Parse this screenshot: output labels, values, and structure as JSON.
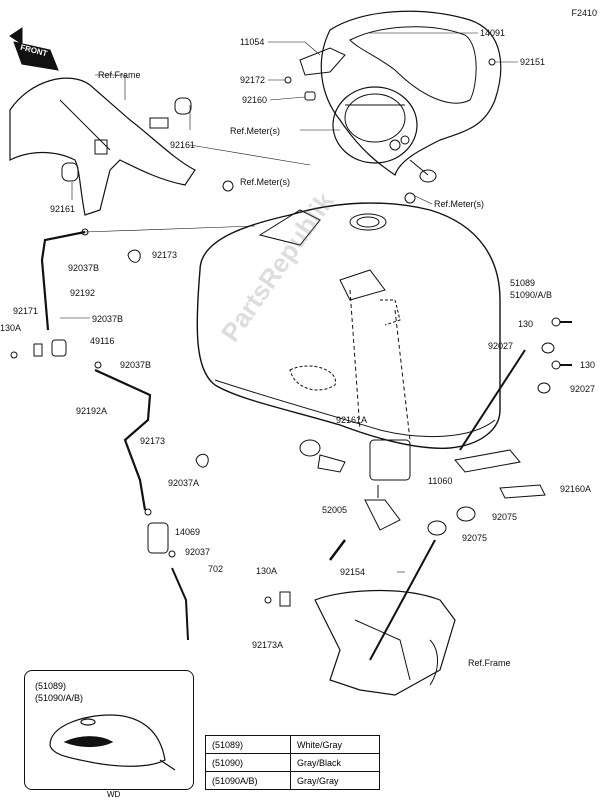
{
  "figure_code": "F2410",
  "watermark": "PartsRepublik",
  "front_badge": "FRONT",
  "labels": {
    "l14091": "14091",
    "l11054": "11054",
    "l92151": "92151",
    "l92172": "92172",
    "l92160": "92160",
    "lrefmeter1": "Ref.Meter(s)",
    "lrefframe1": "Ref.Frame",
    "l92161a": "92161",
    "l92161b": "92161",
    "lrefmeter2": "Ref.Meter(s)",
    "lrefmeter3": "Ref.Meter(s)",
    "l92037b1": "92037B",
    "l92173a": "92173",
    "l92192": "92192",
    "l92171": "92171",
    "l92037b2": "92037B",
    "l130a1": "130A",
    "l49116": "49116",
    "l92037b3": "92037B",
    "l92192a": "92192A",
    "l51089": "51089",
    "l51090ab": "51090/A/B",
    "l130a": "130",
    "l92027a": "92027",
    "l130b": "130",
    "l92027b": "92027",
    "l92173b": "92173",
    "l92161c": "92161A",
    "l11060": "11060",
    "l92037a": "92037A",
    "l14069": "14069",
    "l92037": "92037",
    "l702": "702",
    "l52005": "52005",
    "l92160a": "92160A",
    "l92075a": "92075",
    "l92075b": "92075",
    "l92154": "92154",
    "l130a2": "130A",
    "l92173a2": "92173A",
    "lrefframe2": "Ref.Frame"
  },
  "inset": {
    "line1": "(51089)",
    "line2": "(51090/A/B)",
    "caption": "WD"
  },
  "color_table": [
    {
      "code": "(51089)",
      "color": "White/Gray"
    },
    {
      "code": "(51090)",
      "color": "Gray/Black"
    },
    {
      "code": "(51090A/B)",
      "color": "Gray/Gray"
    }
  ]
}
